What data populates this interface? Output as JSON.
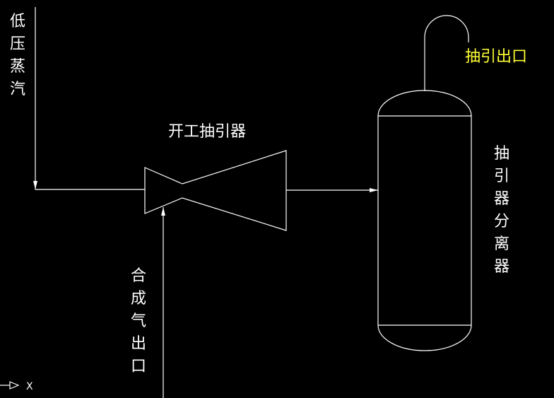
{
  "labels": {
    "low_pressure_steam": [
      "低",
      "压",
      "蒸",
      "汽"
    ],
    "startup_ejector": "开工抽引器",
    "syngas_outlet": [
      "合",
      "成",
      "气",
      "出",
      "口"
    ],
    "ejector_outlet": "抽引出口",
    "ejector_separator": [
      "抽",
      "引",
      "器",
      "分",
      "离",
      "器"
    ],
    "ucs_axis": "X"
  },
  "colors": {
    "background": "#000000",
    "line": "#ffffff",
    "text": "#ffffff",
    "highlight_text": "#ffff33"
  }
}
